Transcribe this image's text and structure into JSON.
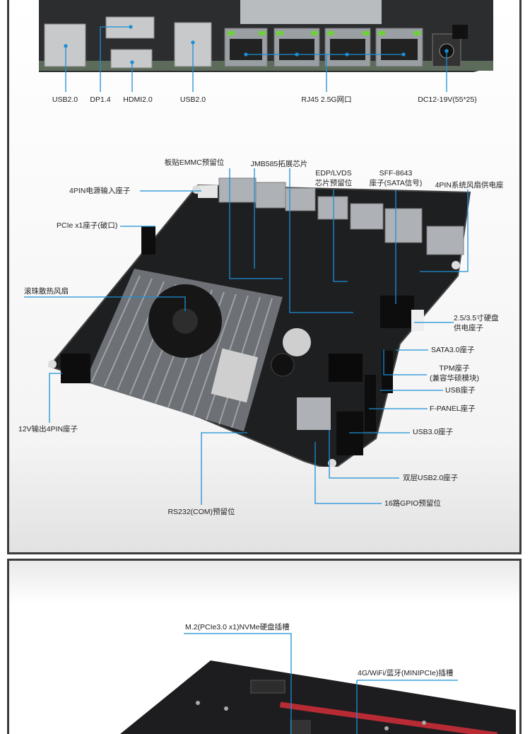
{
  "io_labels": {
    "usb_left": "USB2.0",
    "dp": "DP1.4",
    "hdmi": "HDMI2.0",
    "usb_right": "USB2.0",
    "rj45": "RJ45 2.5G网口",
    "dc": "DC12-19V(55*25)"
  },
  "board_labels": {
    "emmc": "板贴EMMC预留位",
    "jmb": "JMB585拓展芯片",
    "edp_1": "EDP/LVDS",
    "edp_2": "芯片预留位",
    "sff_1": "SFF-8643",
    "sff_2": "座子(SATA信号)",
    "fan_power": "4PIN系统风扇供电座",
    "power_in": "4PIN电源输入座子",
    "pcie": "PCIe x1座子(破口)",
    "fan": "滚珠散热风扇",
    "hdd_1": "2.5/3.5寸硬盘",
    "hdd_2": "供电座子",
    "sata": "SATA3.0座子",
    "tpm_1": "TPM座子",
    "tpm_2": "(兼容华硕模块)",
    "usb": "USB座子",
    "fpanel": "F-PANEL座子",
    "out12v": "12V输出4PIN座子",
    "usb3": "USB3.0座子",
    "usb2dual": "双层USB2.0座子",
    "rs232": "RS232(COM)预留位",
    "gpio": "16路GPIO预留位"
  },
  "bottom_labels": {
    "m2": "M.2(PCIe3.0 x1)NVMe硬盘插槽",
    "wifi": "4G/WiFi/蓝牙(MINIPCIe)插槽"
  },
  "colors": {
    "line": "#1b8fd6",
    "frame": "#3c3c3c",
    "board": "#1e1f21"
  }
}
